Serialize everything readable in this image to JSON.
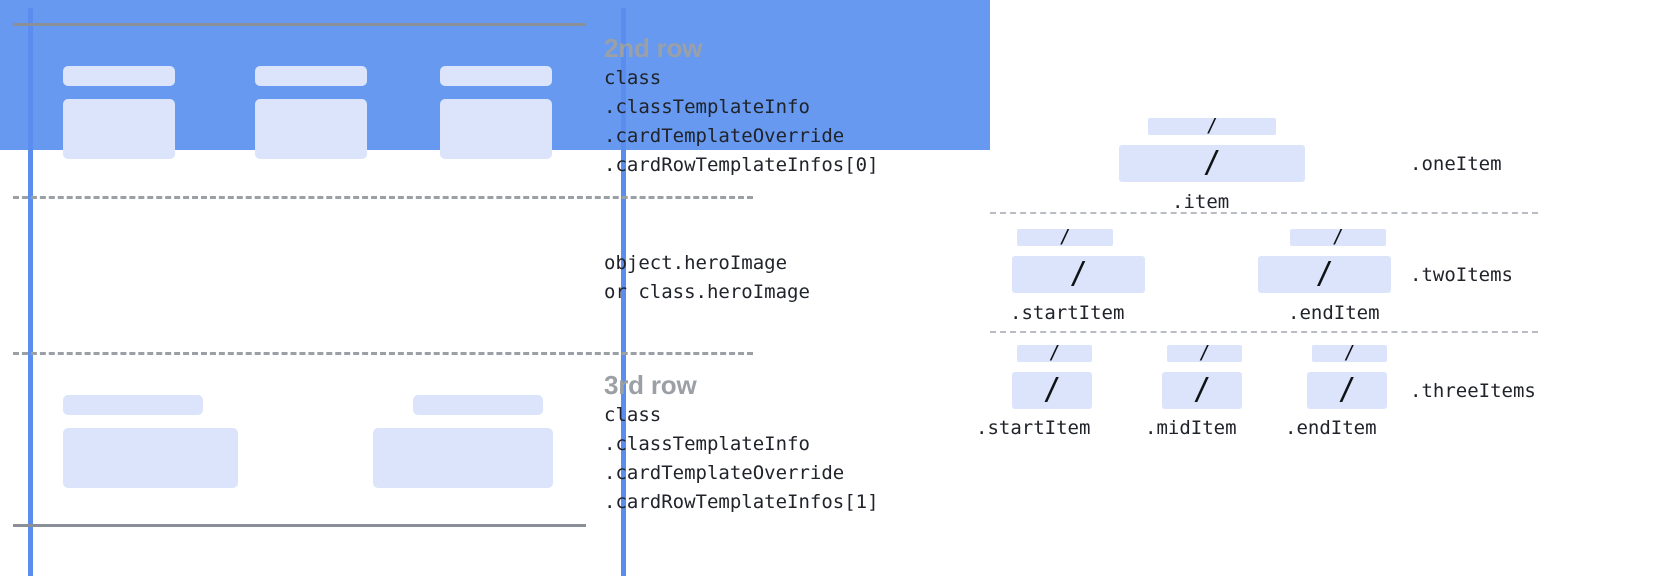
{
  "colors": {
    "accent_blue": "#5b8def",
    "hero_blue": "#6699ef",
    "placeholder_blue": "#dbe4fb",
    "guide_gray": "#8a8f98",
    "dashed_gray": "#9aa0a6",
    "title_gray": "#9aa0a6",
    "code_text": "#20232a",
    "background": "#ffffff"
  },
  "card_diagram": {
    "rows": [
      {
        "id": "second-row",
        "title": "2nd row",
        "code": "class\n.classTemplateInfo\n.cardTemplateOverride\n.cardRowTemplateInfos[0]"
      },
      {
        "id": "hero-row",
        "title": "",
        "code": "object.heroImage\nor class.heroImage"
      },
      {
        "id": "third-row",
        "title": "3rd row",
        "code": "class\n.classTemplateInfo\n.cardTemplateOverride\n.cardRowTemplateInfos[1]"
      }
    ]
  },
  "item_diagram": {
    "slash_glyph": "/",
    "groups": [
      {
        "id": "one-item",
        "label": ".oneItem",
        "items": [
          {
            "caption": ".item"
          }
        ]
      },
      {
        "id": "two-items",
        "label": ".twoItems",
        "items": [
          {
            "caption": ".startItem"
          },
          {
            "caption": ".endItem"
          }
        ]
      },
      {
        "id": "three-items",
        "label": ".threeItems",
        "items": [
          {
            "caption": ".startItem"
          },
          {
            "caption": ".midItem"
          },
          {
            "caption": ".endItem"
          }
        ]
      }
    ]
  }
}
